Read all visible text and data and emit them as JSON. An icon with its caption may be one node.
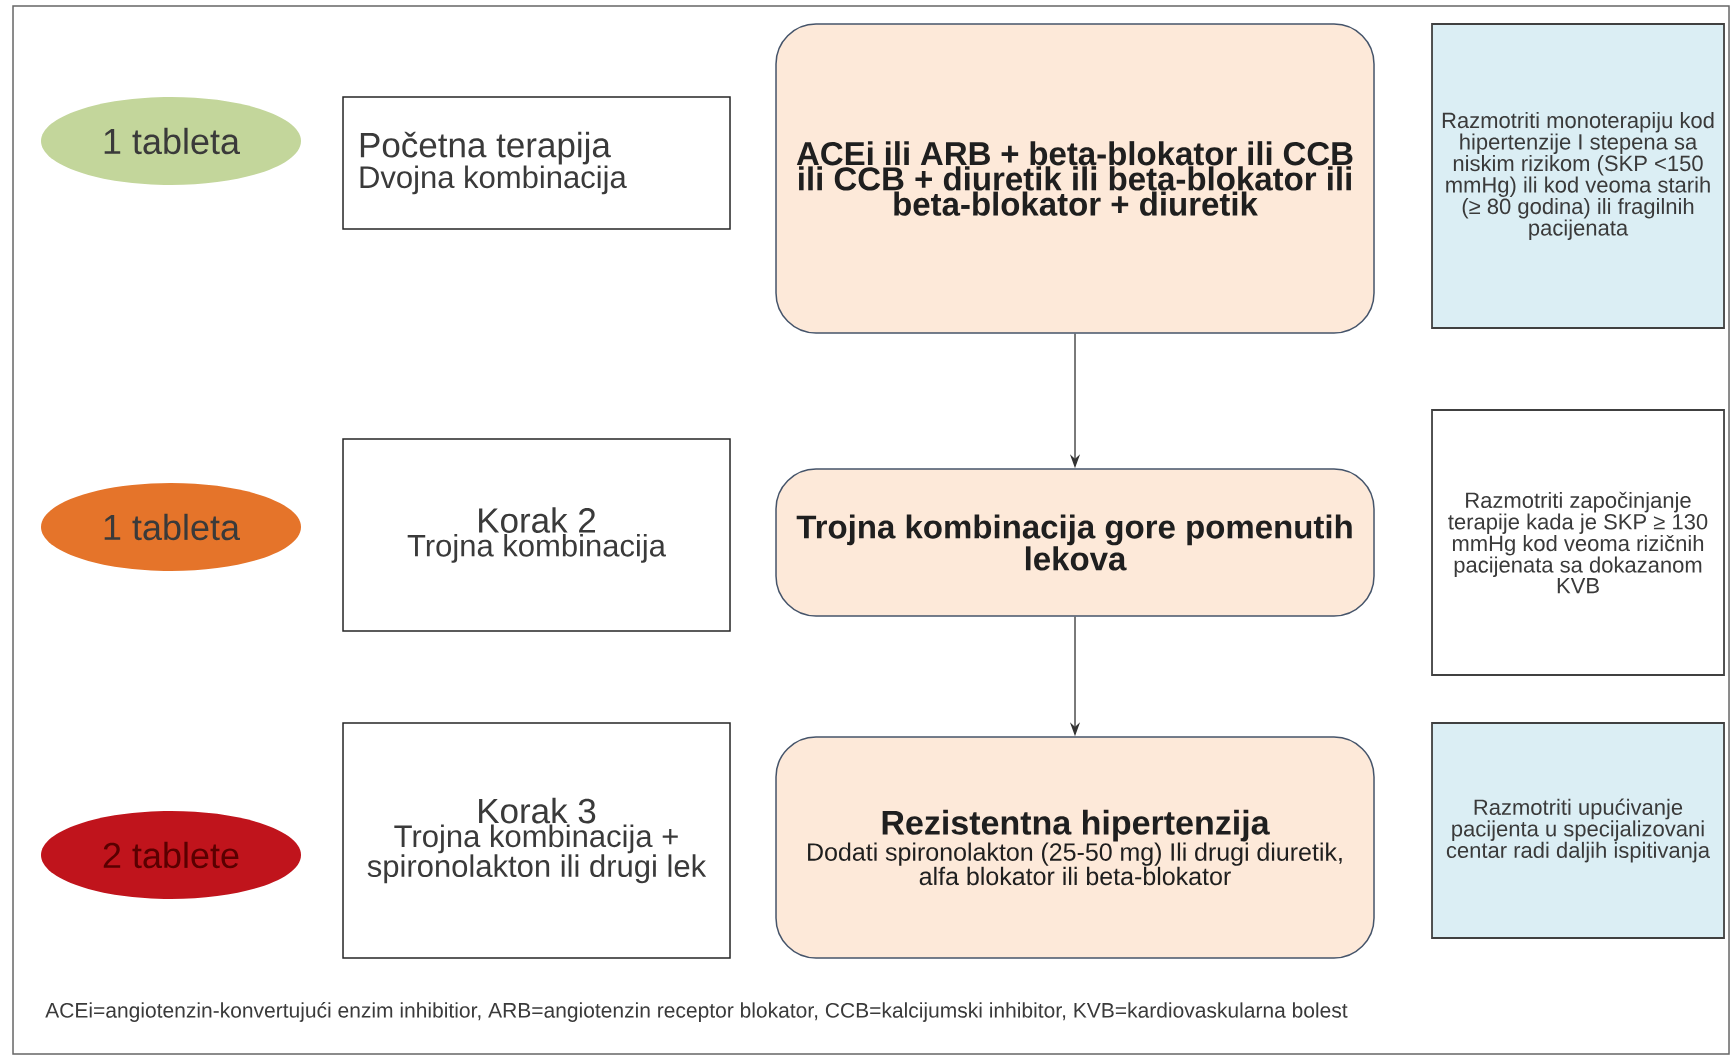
{
  "diagram": {
    "nodes": [
      {
        "text": [
          "1 tableta"
        ]
      },
      {
        "text": [
          "Početna terapija",
          "Dvojna kombinacija"
        ]
      },
      {
        "text": [
          "ACEi ili ARB + beta-blokator ili CCB ili CCB + diuretik ili beta-blokator ili beta-blokator + diuretik"
        ]
      },
      {
        "text": [
          "Razmotriti monoterapiju kod hipertenzije I stepena sa niskim rizikom (SKP <150 mmHg) ili kod veoma starih (≥ 80 godina) ili fragilnih pacijenata"
        ]
      },
      {
        "text": [
          "1 tableta"
        ]
      },
      {
        "text": [
          "Korak 2",
          "Trojna kombinacija"
        ]
      },
      {
        "text": [
          "Trojna kombinacija gore pomenutih lekova"
        ]
      },
      {
        "text": [
          "Razmotriti započinjanje terapije kada je SKP ≥ 130 mmHg kod veoma rizičnih pacijenata sa dokazanom KVB"
        ]
      },
      {
        "text": [
          "2 tablete"
        ]
      },
      {
        "text": [
          "Korak 3",
          "Trojna kombinacija + spironolakton ili drugi lek"
        ]
      },
      {
        "text": [
          "Rezistentna hipertenzija",
          "Dodati spironolakton (25-50 mg) Ili drugi diuretik, alfa blokator ili beta-blokator"
        ]
      },
      {
        "text": [
          "Razmotriti upućivanje pacijenta u specijalizovani centar radi daljih ispitivanja"
        ]
      }
    ],
    "edges": [
      {
        "from": 2,
        "to": 6,
        "arrow": "to"
      },
      {
        "from": 6,
        "to": 10,
        "arrow": "to"
      }
    ],
    "labels": [
      "ACEi=angiotenzin-konvertujući enzim inhibitior, ARB=angiotenzin receptor blokator, CCB=kalcijumski inhibitor, KVB=kardiovaskularna bolest"
    ]
  }
}
